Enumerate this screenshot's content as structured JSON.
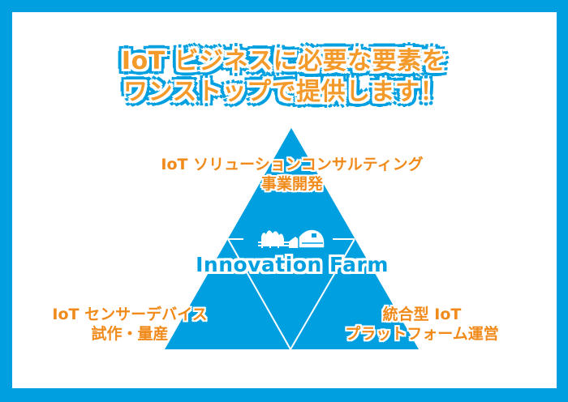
{
  "headline": {
    "line1": "IoT ビジネスに必要な要素を",
    "line2": "ワンストップで提供します！"
  },
  "pyramid": {
    "top_label": {
      "line1": "IoT ソリューションコンサルティング",
      "line2": "事業開発"
    },
    "left_label": {
      "line1": "IoT センサーデバイス",
      "line2": "試作・量産"
    },
    "right_label": {
      "line1": "統合型 IoT",
      "line2": "プラットフォーム運営"
    },
    "center_logo": {
      "text": "Innovation Farm",
      "icon": "farm-barn-icon"
    }
  },
  "colors": {
    "brand_blue": "#00a0e0",
    "accent_orange": "#f08a1a",
    "background": "#ffffff"
  }
}
